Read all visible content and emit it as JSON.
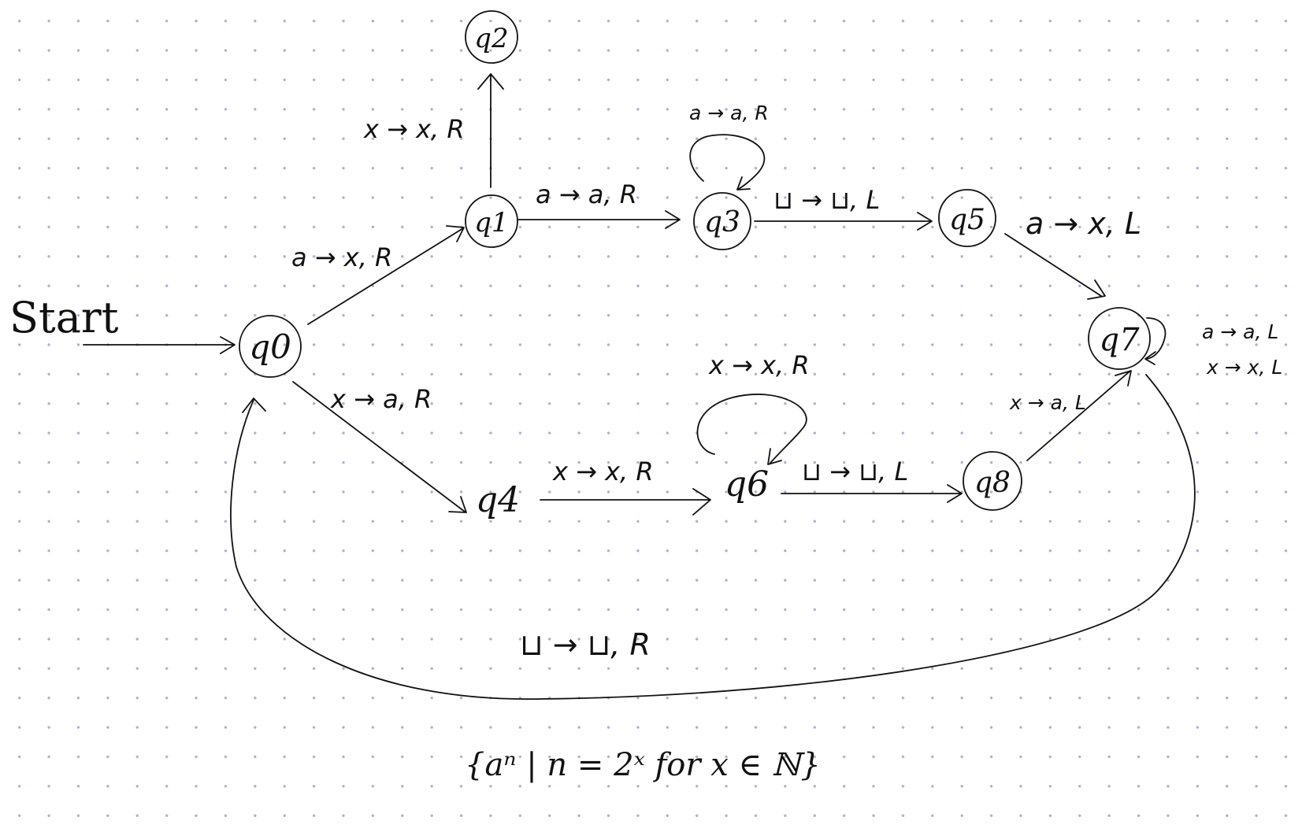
{
  "start_label": "Start",
  "language": "{aⁿ | n = 2ˣ for x ∈ ℕ}",
  "states": {
    "q0": "q0",
    "q1": "q1",
    "q2": "q2",
    "q3": "q3",
    "q4": "q4",
    "q5": "q5",
    "q6": "q6",
    "q7": "q7",
    "q8": "q8"
  },
  "transitions": {
    "q1_q2": "x → x, R",
    "q0_q1": "a → x, R",
    "q1_q3": "a → a, R",
    "q3_loop": "a → a, R",
    "q3_q5": "⊔ → ⊔, L",
    "q5_q7": "a → x, L",
    "q7_loop_1": "a → a, L",
    "q7_loop_2": "x → x, L",
    "q0_q4": "x → a, R",
    "q4_q6": "x → x, R",
    "q6_loop": "x → x, R",
    "q6_q8": "⊔ → ⊔, L",
    "q8_q7": "x → a, L",
    "q7_q0": "⊔ → ⊔, R"
  }
}
